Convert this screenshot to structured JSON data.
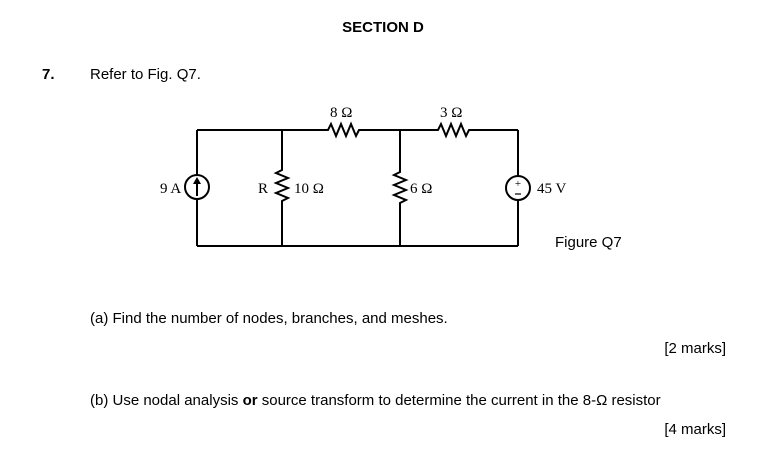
{
  "section": {
    "title": "SECTION D"
  },
  "question": {
    "number": "7.",
    "text": "Refer to Fig. Q7."
  },
  "figure": {
    "caption": "Figure Q7",
    "current_source": "9 A",
    "resistor_r_name": "R",
    "resistor_r_value": "10 Ω",
    "resistor_8": "8 Ω",
    "resistor_3": "3 Ω",
    "resistor_6": "6 Ω",
    "voltage_source": "45 V"
  },
  "parts": [
    {
      "text": "(a) Find the number of nodes, branches, and meshes.",
      "marks": "[2 marks]"
    },
    {
      "pre": "(b) Use nodal analysis ",
      "bold": "or",
      "post": " source transform to determine the current in the 8-Ω resistor",
      "marks": "[4 marks]"
    }
  ]
}
